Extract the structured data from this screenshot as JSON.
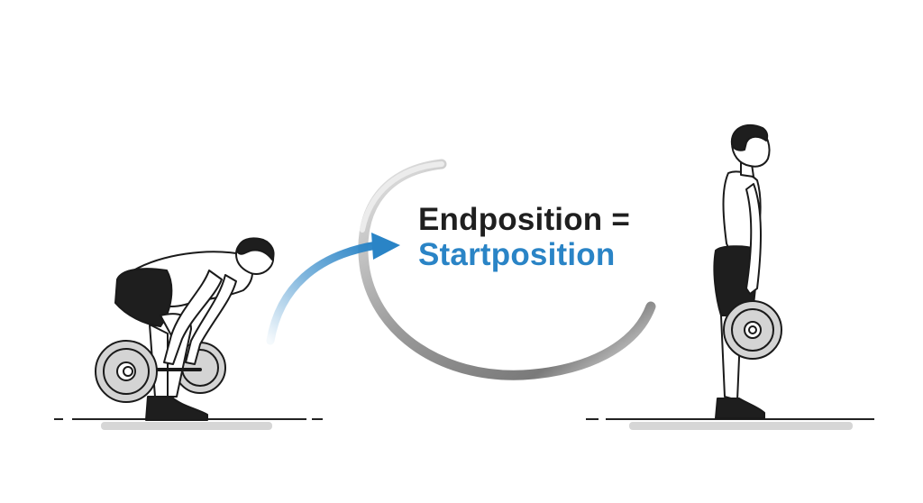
{
  "caption": {
    "line1": "Endposition =",
    "line2": "Startposition"
  },
  "colors": {
    "text_dark": "#1f1f1f",
    "text_accent": "#2a84c6",
    "arrow": "#2a84c6",
    "ring": "#9a9a9a",
    "shorts": "#1e1e1e",
    "plate": "#d4d4d4",
    "ground_shadow": "#d6d6d6"
  },
  "figures": {
    "left": "bent-over-lifter-with-barbell",
    "right": "standing-lifter-holding-barbell"
  },
  "icons": {
    "arrow": "curved-arrow-icon",
    "ring": "swoosh-ring-icon"
  }
}
